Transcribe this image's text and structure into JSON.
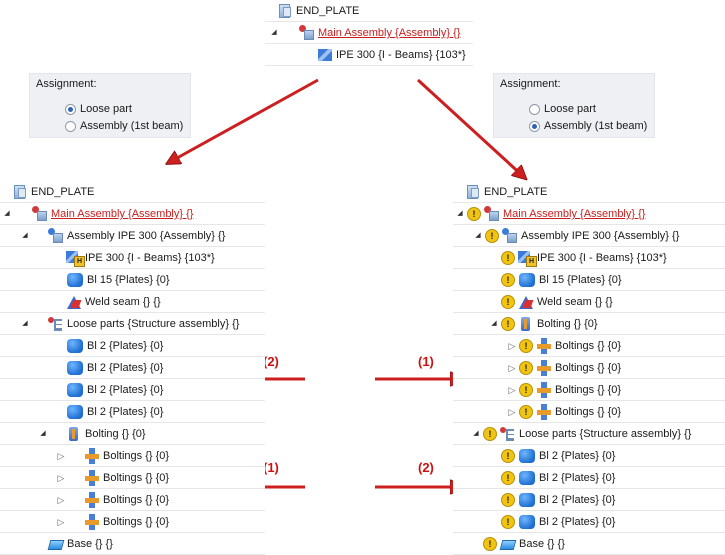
{
  "top_tree": {
    "root": "END_PLATE",
    "main": "Main Assembly {Assembly} {}",
    "beam": "IPE 300 {I - Beams} {103*}"
  },
  "assign_left": {
    "title": "Assignment:",
    "opt1": "Loose part",
    "opt2": "Assembly (1st beam)",
    "selected": "opt1"
  },
  "assign_right": {
    "title": "Assignment:",
    "opt1": "Loose part",
    "opt2": "Assembly (1st beam)",
    "selected": "opt2"
  },
  "left_tree": {
    "root": "END_PLATE",
    "main": "Main Assembly {Assembly} {}",
    "asm": "Assembly IPE 300 {Assembly} {}",
    "beam": "IPE 300 {I - Beams} {103*}",
    "bl15": "Bl 15 {Plates} {0}",
    "weld": "Weld seam {} {}",
    "loose": "Loose parts {Structure assembly} {}",
    "bl2": "Bl 2 {Plates} {0}",
    "bolting": "Bolting {} {0}",
    "boltings": "Boltings {} {0}",
    "base": "Base {} {}"
  },
  "right_tree": {
    "root": "END_PLATE",
    "main": "Main Assembly {Assembly} {}",
    "asm": "Assembly IPE 300 {Assembly} {}",
    "beam": "IPE 300 {I - Beams} {103*}",
    "bl15": "Bl 15 {Plates} {0}",
    "weld": "Weld seam {} {}",
    "bolting": "Bolting {} {0}",
    "boltings": "Boltings {} {0}",
    "loose": "Loose parts {Structure assembly} {}",
    "bl2": "Bl 2 {Plates} {0}",
    "base": "Base {} {}"
  },
  "labels": {
    "l_upper": "(2)",
    "l_lower": "(1)",
    "r_upper": "(1)",
    "r_lower": "(2)"
  },
  "colors": {
    "arrow": "#cc1f1f",
    "link": "#c8201e",
    "panel": "#eef0f4"
  }
}
